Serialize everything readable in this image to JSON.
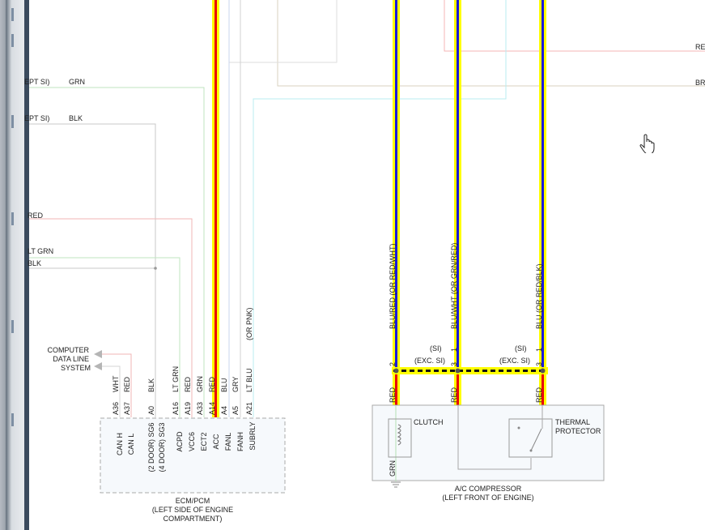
{
  "left_wires": [
    {
      "prefix": "EPT SI)",
      "color": "GRN"
    },
    {
      "prefix": "EPT SI)",
      "color": "BLK"
    },
    {
      "prefix": "",
      "color": "RED"
    },
    {
      "prefix": "",
      "color": "LT GRN"
    },
    {
      "prefix": "",
      "color": "BLK"
    }
  ],
  "right_labels": {
    "top": "RE",
    "bottom": "BR"
  },
  "computer_line": [
    "COMPUTER",
    "DATA LINE",
    "SYSTEM"
  ],
  "ecm": {
    "wire_colors": [
      "WHT",
      "RED",
      "BLK",
      "LT GRN",
      "RED",
      "GRN",
      "RED",
      "BLU",
      "GRY",
      "LT BLU"
    ],
    "pins": [
      "A36",
      "A37",
      "A0",
      "A16",
      "A19",
      "A33",
      "A14",
      "A4",
      "A5",
      "A21"
    ],
    "signals": [
      "CAN H",
      "CAN L",
      "(2 DOOR) SG6",
      "(4 DOOR) SG3",
      "ACPD",
      "VCC6",
      "ECT2",
      "ACC",
      "FANL",
      "FANH",
      "SUBRLY"
    ],
    "alt_color": "(OR PNK)",
    "label": [
      "ECM/PCM",
      "(LEFT SIDE OF ENGINE",
      "COMPARTMENT)"
    ]
  },
  "compressor": {
    "wire_colors": [
      "BLU/RED (OR RED/WHT)",
      "BLU/WHT (OR GRN/RED)",
      "BLU (OR RED/BLK)"
    ],
    "pin_nums": {
      "left": "2",
      "mid_a": "3",
      "mid_b": "1",
      "right_a": "1",
      "right_b": "3"
    },
    "variants": {
      "si": "(SI)",
      "exc": "(EXC. SI)"
    },
    "lower_colors": [
      "RED",
      "RED",
      "RED"
    ],
    "ground_color": "GRN",
    "clutch": "CLUTCH",
    "thermal": [
      "THERMAL",
      "PROTECTOR"
    ],
    "label": [
      "A/C COMPRESSOR",
      "(LEFT FRONT OF ENGINE)"
    ]
  },
  "colors": {
    "wire_yellow": "#ffff00",
    "wire_red": "#e8000b",
    "wire_blue": "#1a1adb",
    "highlight_box": "#f6f9fc"
  },
  "icons": [
    "hand-pointer-icon"
  ]
}
